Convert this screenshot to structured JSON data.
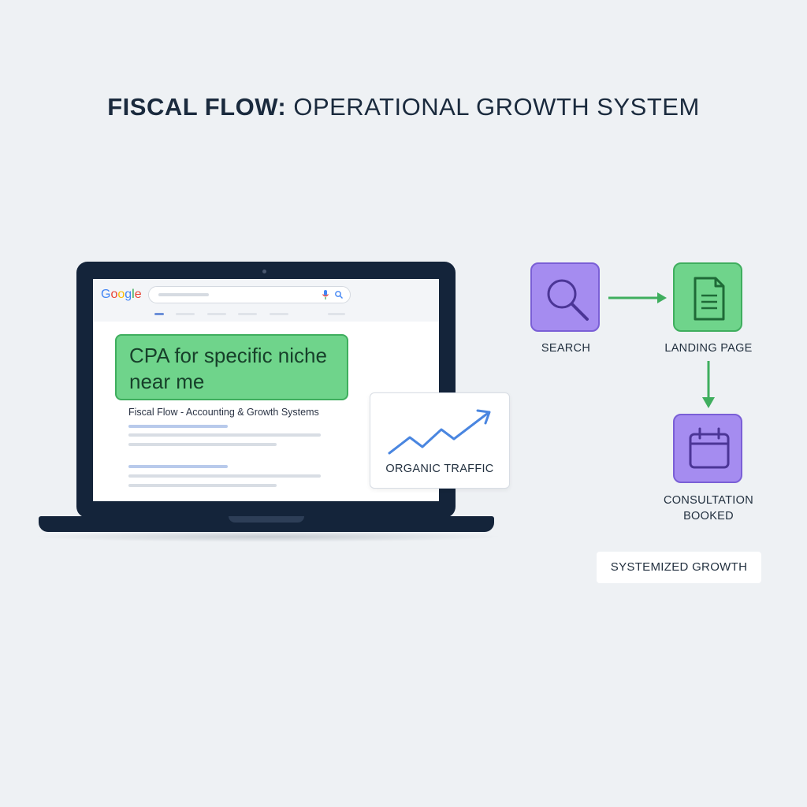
{
  "title": {
    "bold": "FISCAL FLOW:",
    "rest": "OPERATIONAL GROWTH SYSTEM"
  },
  "browser": {
    "logo": [
      "G",
      "o",
      "o",
      "g",
      "l",
      "e"
    ],
    "query": "CPA for specific niche near me",
    "result_title": "Fiscal Flow - Accounting & Growth Systems"
  },
  "traffic_card": {
    "label": "ORGANIC TRAFFIC",
    "icon": "trend-up-arrow-icon"
  },
  "flow": {
    "nodes": [
      {
        "label": "SEARCH",
        "icon": "magnifier-icon",
        "color": "#a58cf0"
      },
      {
        "label": "LANDING PAGE",
        "icon": "document-icon",
        "color": "#6fd48b"
      },
      {
        "label": "CONSULTATION BOOKED",
        "label_line1": "CONSULTATION",
        "label_line2": "BOOKED",
        "icon": "calendar-icon",
        "color": "#a58cf0"
      }
    ],
    "arrow_color": "#3fae5e"
  },
  "badge": "SYSTEMIZED GROWTH",
  "colors": {
    "background": "#eef1f4",
    "laptop": "#14243a",
    "green": "#6fd48b",
    "purple": "#a58cf0",
    "trend_line": "#4a86e0"
  }
}
